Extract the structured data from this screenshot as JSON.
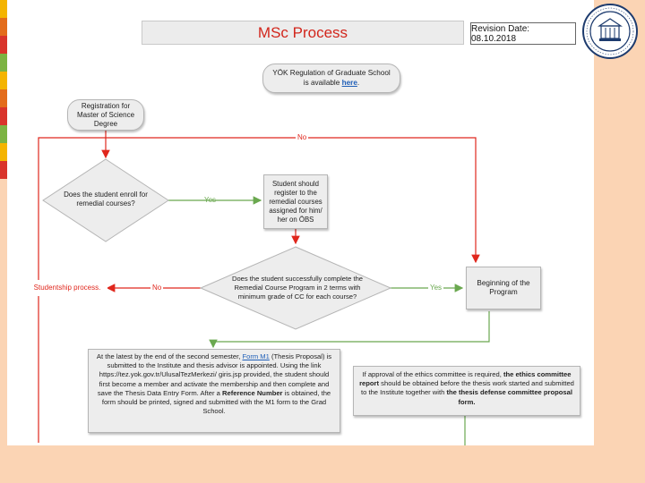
{
  "title": "MSc Process",
  "revision": "Revision Date: 08.10.2018",
  "logo": "institute-seal-icon",
  "colors": {
    "background": "#fbd4b4",
    "title_red": "#d2261c",
    "arrow_red": "#e0271d",
    "arrow_green": "#6aa84f",
    "link_blue": "#1f5fb8"
  },
  "yok": {
    "line1": "YÖK Regulation of Graduate School",
    "line2": "is available",
    "link": "here",
    "after": "."
  },
  "registration": "Registration for Master of Science Degree",
  "q_remedial": "Does the student enroll for remedial courses?",
  "register_remedial": "Student should register to the remedial courses assigned for him/ her on ÖBS",
  "q_complete": "Does the student successfully complete the Remedial Course Program in 2 terms with minimum grade of CC for each course?",
  "beginning": "Beginning of the Program",
  "stop": "Studentship process.",
  "labels": {
    "no_top": "No",
    "yes_left": "Yes",
    "no_left": "No",
    "yes_right": "Yes"
  },
  "m1": {
    "p1": "At the latest by the end of the second semester,",
    "link": "Form M1",
    "p2": "(Thesis Proposal) is submitted to the Institute and thesis advisor is appointed. Using the link https://tez.yok.gov.tr/UlusalTezMerkezi/ giris.jsp provided, the student should first become a member and activate the membership and then complete and save the Thesis Data Entry Form. After a",
    "bold": "Reference Number",
    "p3": "is obtained, the form should be printed, signed and submitted with the M1 form to the Grad School."
  },
  "ethics": {
    "p1": "If approval of the ethics committee is required,",
    "b1": "the ethics committee report",
    "p2": "should be obtained before the thesis work started and submitted to the Institute together with",
    "b2": "the thesis defense committee proposal form."
  }
}
